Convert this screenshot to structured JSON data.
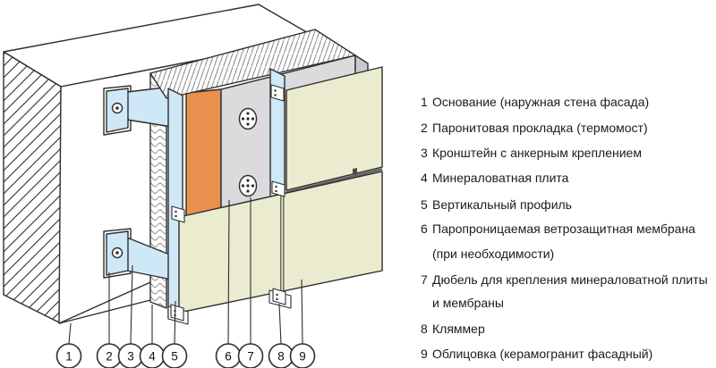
{
  "legend": {
    "items": [
      {
        "n": "1",
        "text": "Основание (наружная стена фасада)"
      },
      {
        "n": "2",
        "text": "Паронитовая прокладка (термомост)"
      },
      {
        "n": "3",
        "text": "Кронштейн с анкерным креплением"
      },
      {
        "n": "4",
        "text": "Минераловатная плита"
      },
      {
        "n": "5",
        "text": "Вертикальный профиль"
      },
      {
        "n": "6",
        "text": "Паропроницаемая ветрозащитная мембрана"
      },
      {
        "n": "",
        "text": "(при необходимости)"
      },
      {
        "n": "7",
        "text": "Дюбель для крепления минераловатной плиты"
      },
      {
        "n": "",
        "text": "и мембраны"
      },
      {
        "n": "8",
        "text": "Кляммер"
      },
      {
        "n": "9",
        "text": "Облицовка (керамогранит фасадный)"
      }
    ]
  },
  "callouts": [
    {
      "num": "1"
    },
    {
      "num": "2"
    },
    {
      "num": "3"
    },
    {
      "num": "4"
    },
    {
      "num": "5"
    },
    {
      "num": "6"
    },
    {
      "num": "7"
    },
    {
      "num": "8"
    },
    {
      "num": "9"
    }
  ],
  "colors": {
    "profile_blue": "#cfe8f7",
    "insulation_orange": "#e8914e",
    "membrane_gray": "#dbdbde",
    "membrane_side_gray": "#c9c9ce",
    "cladding_beige": "#ebebcf",
    "outline": "#2e2e2e",
    "text": "#1b1b1b"
  }
}
